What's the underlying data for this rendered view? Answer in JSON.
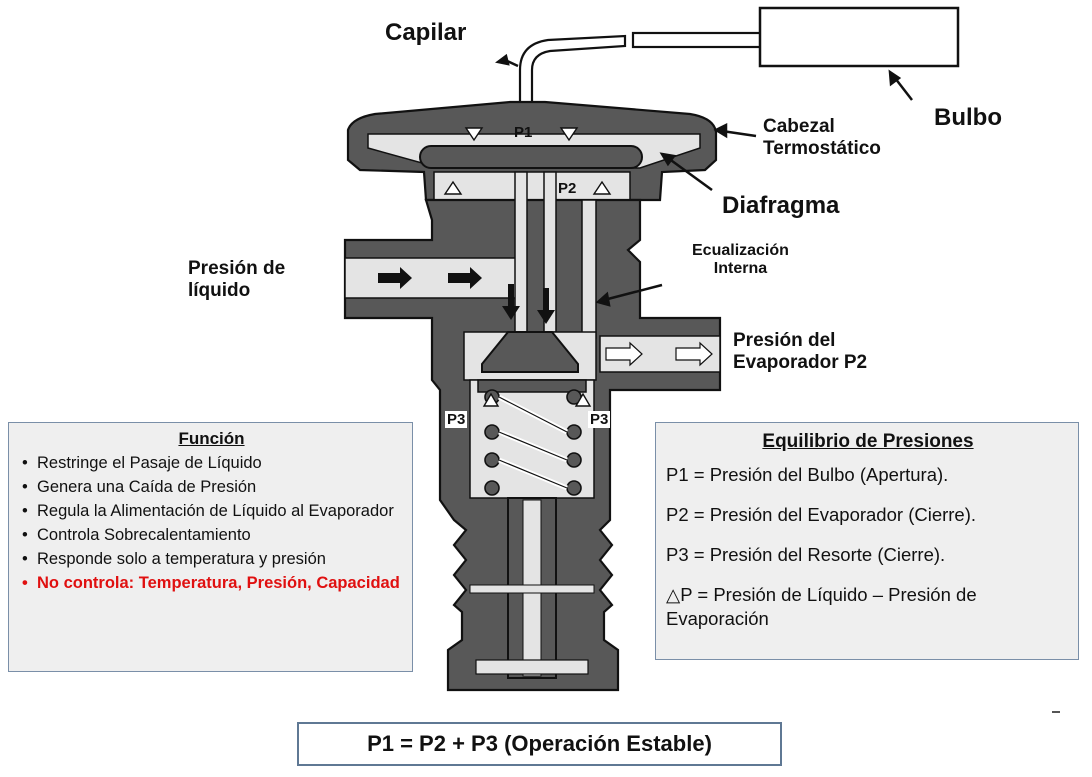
{
  "labels": {
    "capilar": "Capilar",
    "bulbo": "Bulbo",
    "cabezal": [
      "Cabezal",
      "Termostático"
    ],
    "diafragma": "Diafragma",
    "ecualizacion": [
      "Ecualización",
      "Interna"
    ],
    "presion_liquido": [
      "Presión de",
      "líquido"
    ],
    "presion_evaporador": [
      "Presión del",
      "Evaporador P2"
    ],
    "p1": "P1",
    "p2": "P2",
    "p3": "P3"
  },
  "funcion_box": {
    "title": "Función",
    "items": [
      "Restringe el Pasaje de Líquido",
      "Genera una Caída de Presión",
      "Regula la Alimentación de Líquido al Evaporador",
      "Controla Sobrecalentamiento",
      "Responde solo a temperatura y presión"
    ],
    "warning": "No controla: Temperatura, Presión, Capacidad"
  },
  "equilibrio_box": {
    "title": "Equilibrio de Presiones",
    "items": [
      "P1 = Presión del Bulbo (Apertura).",
      "P2 = Presión del Evaporador (Cierre).",
      "P3 = Presión del Resorte (Cierre).",
      "△P = Presión de Líquido – Presión de Evaporación"
    ]
  },
  "formula": "P1 = P2 + P3 (Operación Estable)",
  "colors": {
    "body": "#585858",
    "highlight": "#cfcfcf",
    "warning": "#e01010",
    "box_border": "#7a8fa8"
  }
}
